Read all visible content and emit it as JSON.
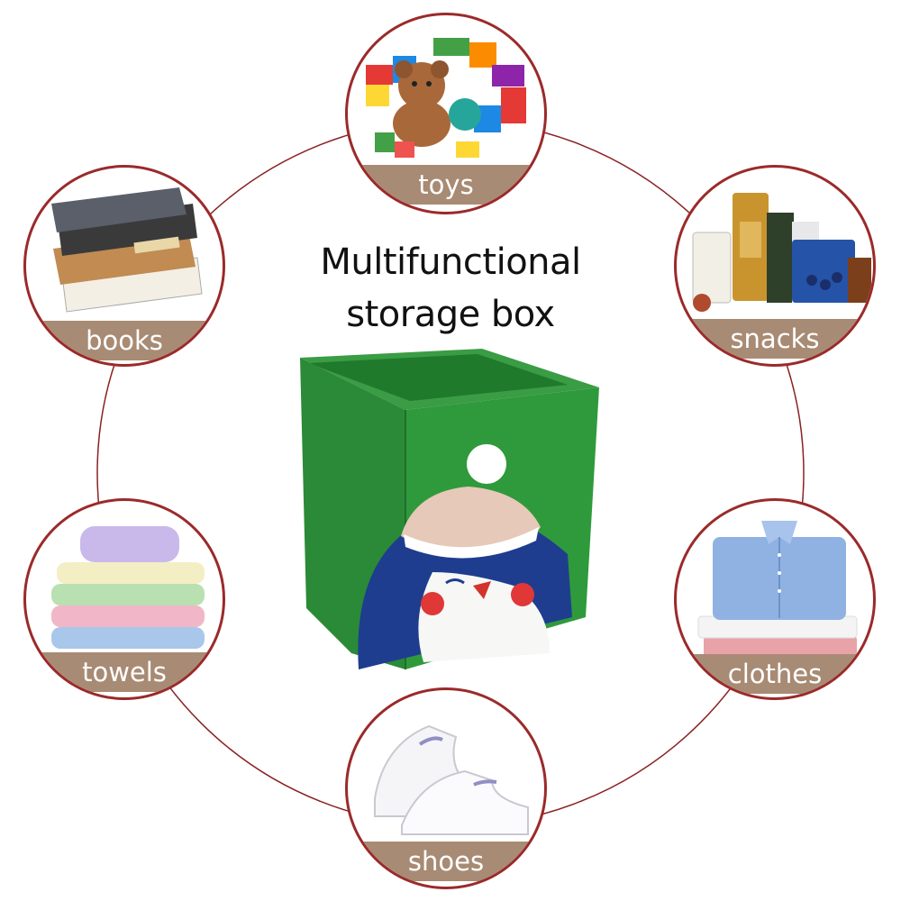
{
  "title": {
    "line1": "Multifunctional",
    "line2": "storage box"
  },
  "categories": [
    {
      "label": "toys"
    },
    {
      "label": "snacks"
    },
    {
      "label": "clothes"
    },
    {
      "label": "shoes"
    },
    {
      "label": "towels"
    },
    {
      "label": "books"
    }
  ],
  "colors": {
    "ring": "#9b2a2a",
    "band": "#a88b74",
    "box_green": "#2f9a3c",
    "penguin_blue": "#1f3d8f"
  }
}
